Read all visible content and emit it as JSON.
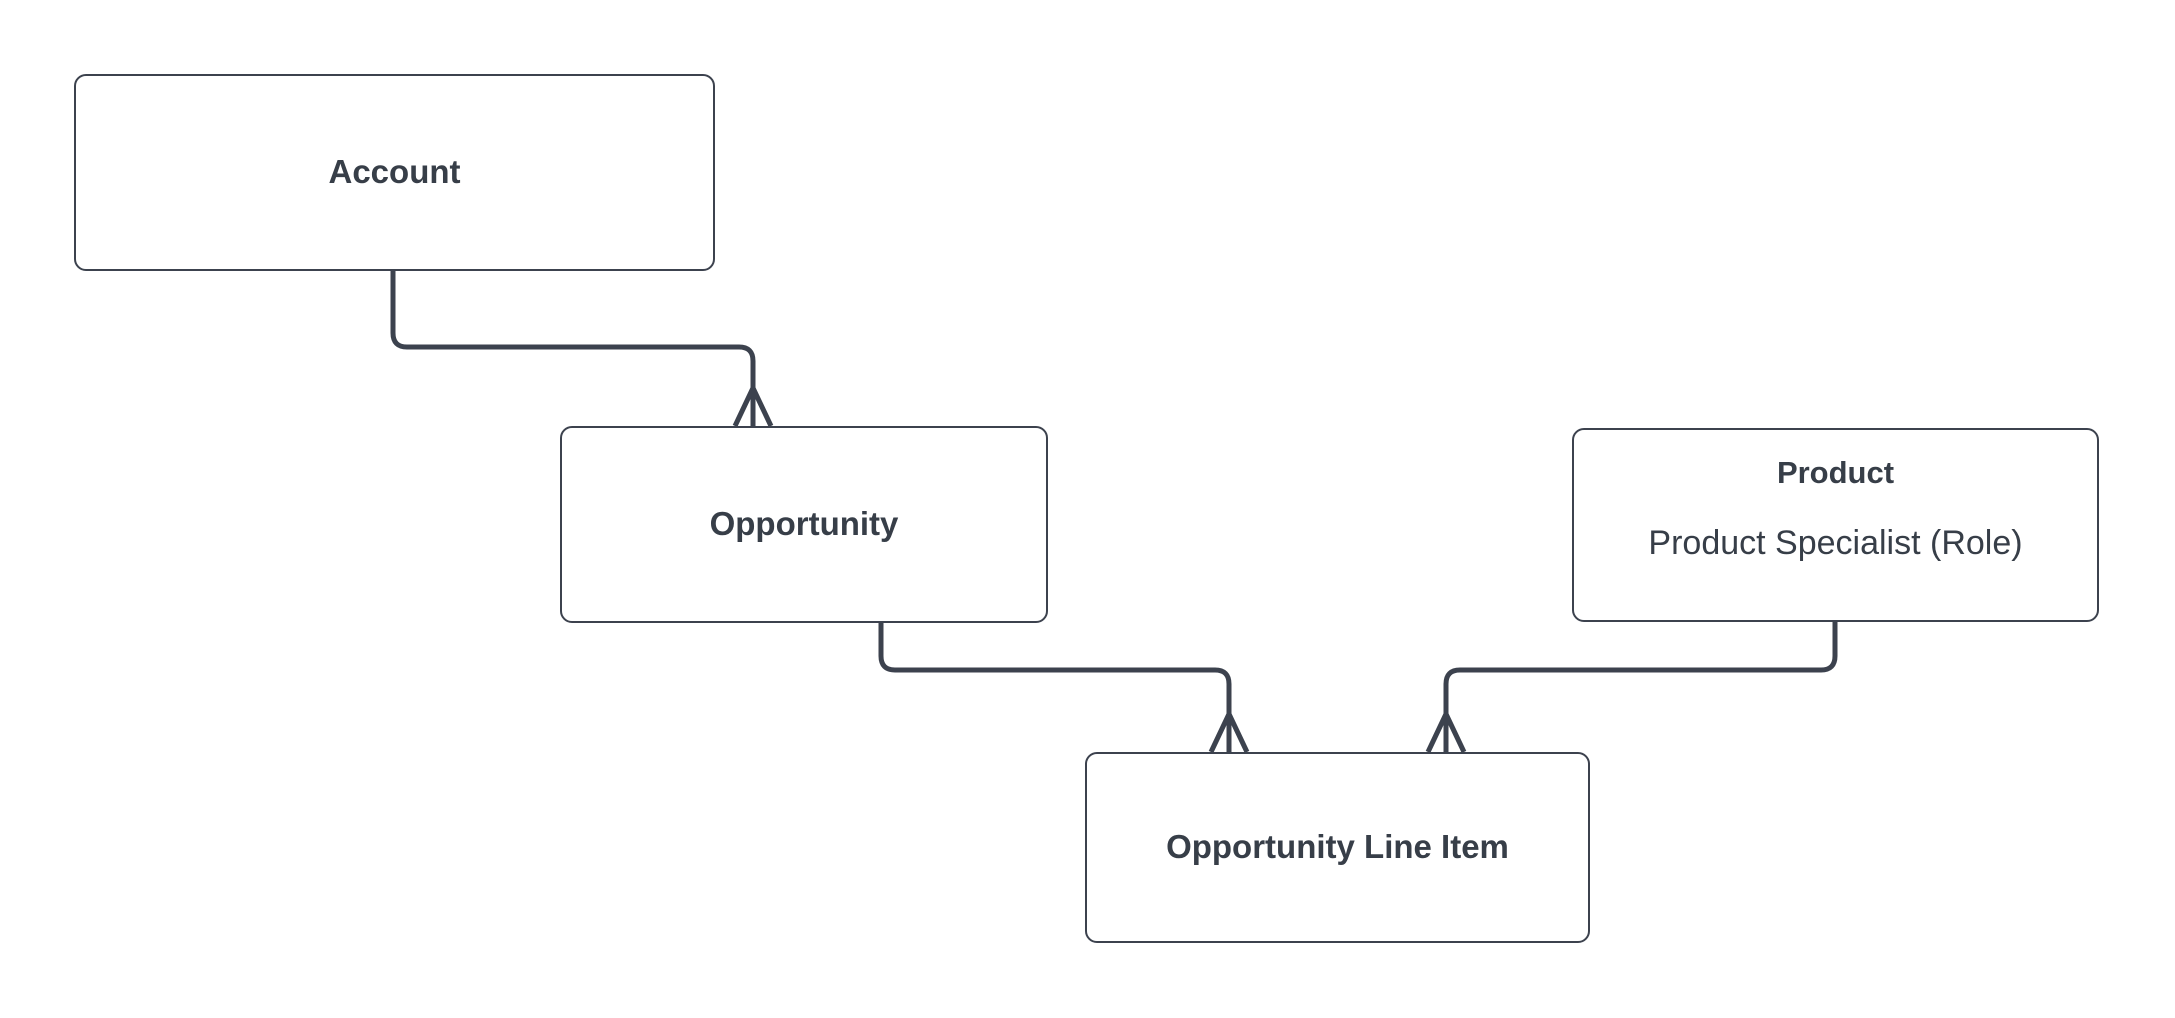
{
  "diagram": {
    "type": "entity-relationship-diagram",
    "background_color": "#ffffff",
    "stroke_color": "#3c424e",
    "text_color": "#373e48",
    "nodes": [
      {
        "id": "account",
        "title": "Account",
        "subtitle": ""
      },
      {
        "id": "opportunity",
        "title": "Opportunity",
        "subtitle": ""
      },
      {
        "id": "product",
        "title": "Product",
        "subtitle": "Product Specialist (Role)"
      },
      {
        "id": "opportunity_line_item",
        "title": "Opportunity Line Item",
        "subtitle": ""
      }
    ],
    "edges": [
      {
        "id": "account-to-opportunity",
        "from": "account",
        "to": "opportunity",
        "from_cardinality": "one",
        "to_cardinality": "many",
        "notation": "crows-foot"
      },
      {
        "id": "opportunity-to-line-item",
        "from": "opportunity",
        "to": "opportunity_line_item",
        "from_cardinality": "one",
        "to_cardinality": "many",
        "notation": "crows-foot"
      },
      {
        "id": "product-to-line-item",
        "from": "product",
        "to": "opportunity_line_item",
        "from_cardinality": "one",
        "to_cardinality": "many",
        "notation": "crows-foot"
      }
    ]
  }
}
